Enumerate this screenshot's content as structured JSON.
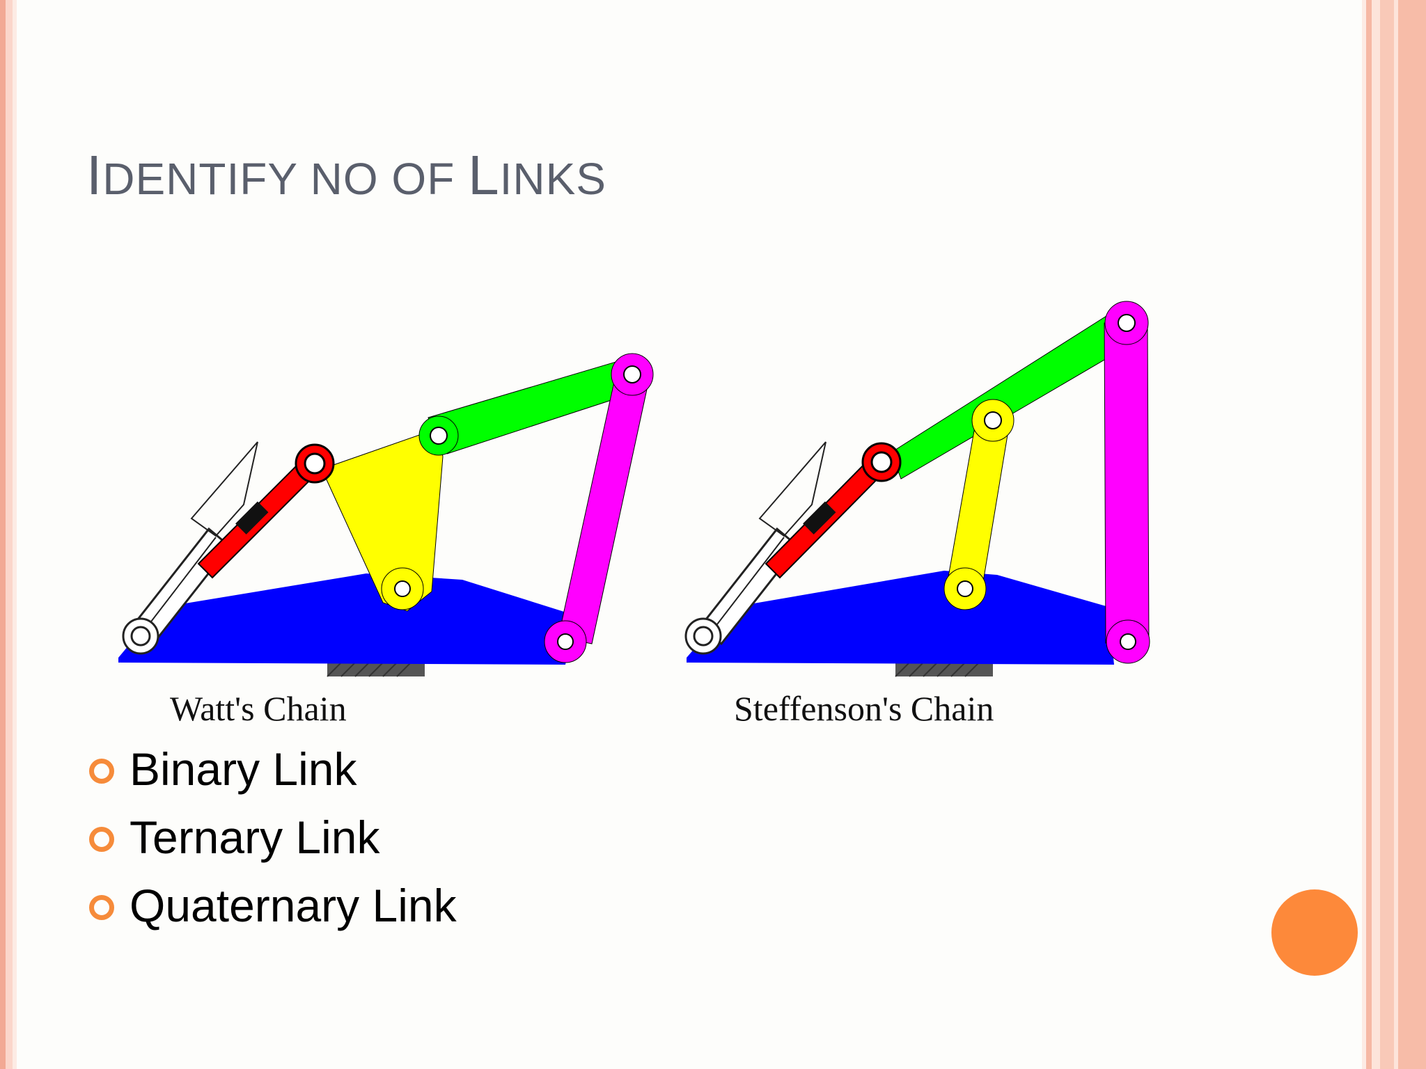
{
  "slide": {
    "title_parts": [
      {
        "text": "I",
        "style": "cap"
      },
      {
        "text": "DENTIFY NO OF ",
        "style": "sc"
      },
      {
        "text": "L",
        "style": "cap"
      },
      {
        "text": "INKS",
        "style": "sc"
      }
    ],
    "diagrams": [
      {
        "label": "Watt's Chain"
      },
      {
        "label": "Steffenson's Chain"
      }
    ],
    "bullets": [
      {
        "text": "Binary Link"
      },
      {
        "text": "Ternary Link"
      },
      {
        "text": "Quaternary Link"
      }
    ]
  },
  "colors": {
    "title": "#5a5f6c",
    "bullet_marker": "#f68b3a",
    "accent_circle": "#fd893a",
    "ground_link": "#0000ff",
    "ternary_link": "#ffff00",
    "green_link": "#00ff00",
    "magenta_link": "#ff00ff",
    "piston_rod": "#ff0000"
  },
  "icons": {
    "bullet_marker": "hollow-circle-icon"
  }
}
